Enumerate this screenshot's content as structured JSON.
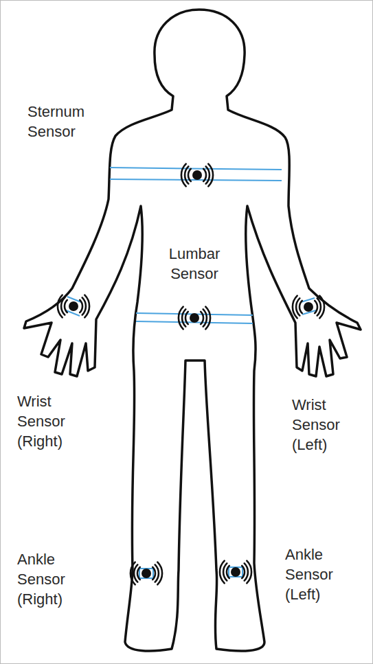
{
  "diagram": {
    "labels": [
      "Sternum Sensor",
      "Lumbar Sensor",
      "Wrist Sensor (Right)",
      "Wrist Sensor (Left)",
      "Ankle Sensor (Right)",
      "Ankle Sensor (Left)"
    ]
  }
}
